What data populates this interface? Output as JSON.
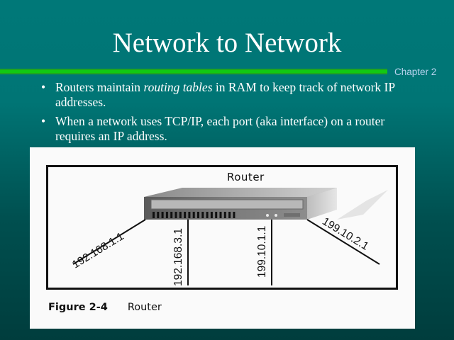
{
  "slide": {
    "title": "Network to Network",
    "chapter": "Chapter 2",
    "bullets": [
      {
        "before": "Routers maintain ",
        "emphasis": "routing tables",
        "after": " in RAM to keep track of network IP addresses."
      },
      {
        "text": "When a network uses TCP/IP, each port (aka interface) on a router requires an IP address."
      }
    ],
    "bullet_glyph": "•"
  },
  "figure": {
    "device_label": "Router",
    "interfaces": [
      {
        "name": "left-diagonal",
        "ip": "192.168.1.1"
      },
      {
        "name": "left-vertical",
        "ip": "192.168.3.1"
      },
      {
        "name": "right-vertical",
        "ip": "199.10.1.1"
      },
      {
        "name": "right-diagonal",
        "ip": "199.10.2.1"
      }
    ],
    "caption_number": "Figure 2-4",
    "caption_text": "Router"
  },
  "colors": {
    "title_text": "#ffffff",
    "rule_green": "#12c812",
    "chapter_text": "#b9d4f0",
    "figure_bg": "#fafafa"
  }
}
